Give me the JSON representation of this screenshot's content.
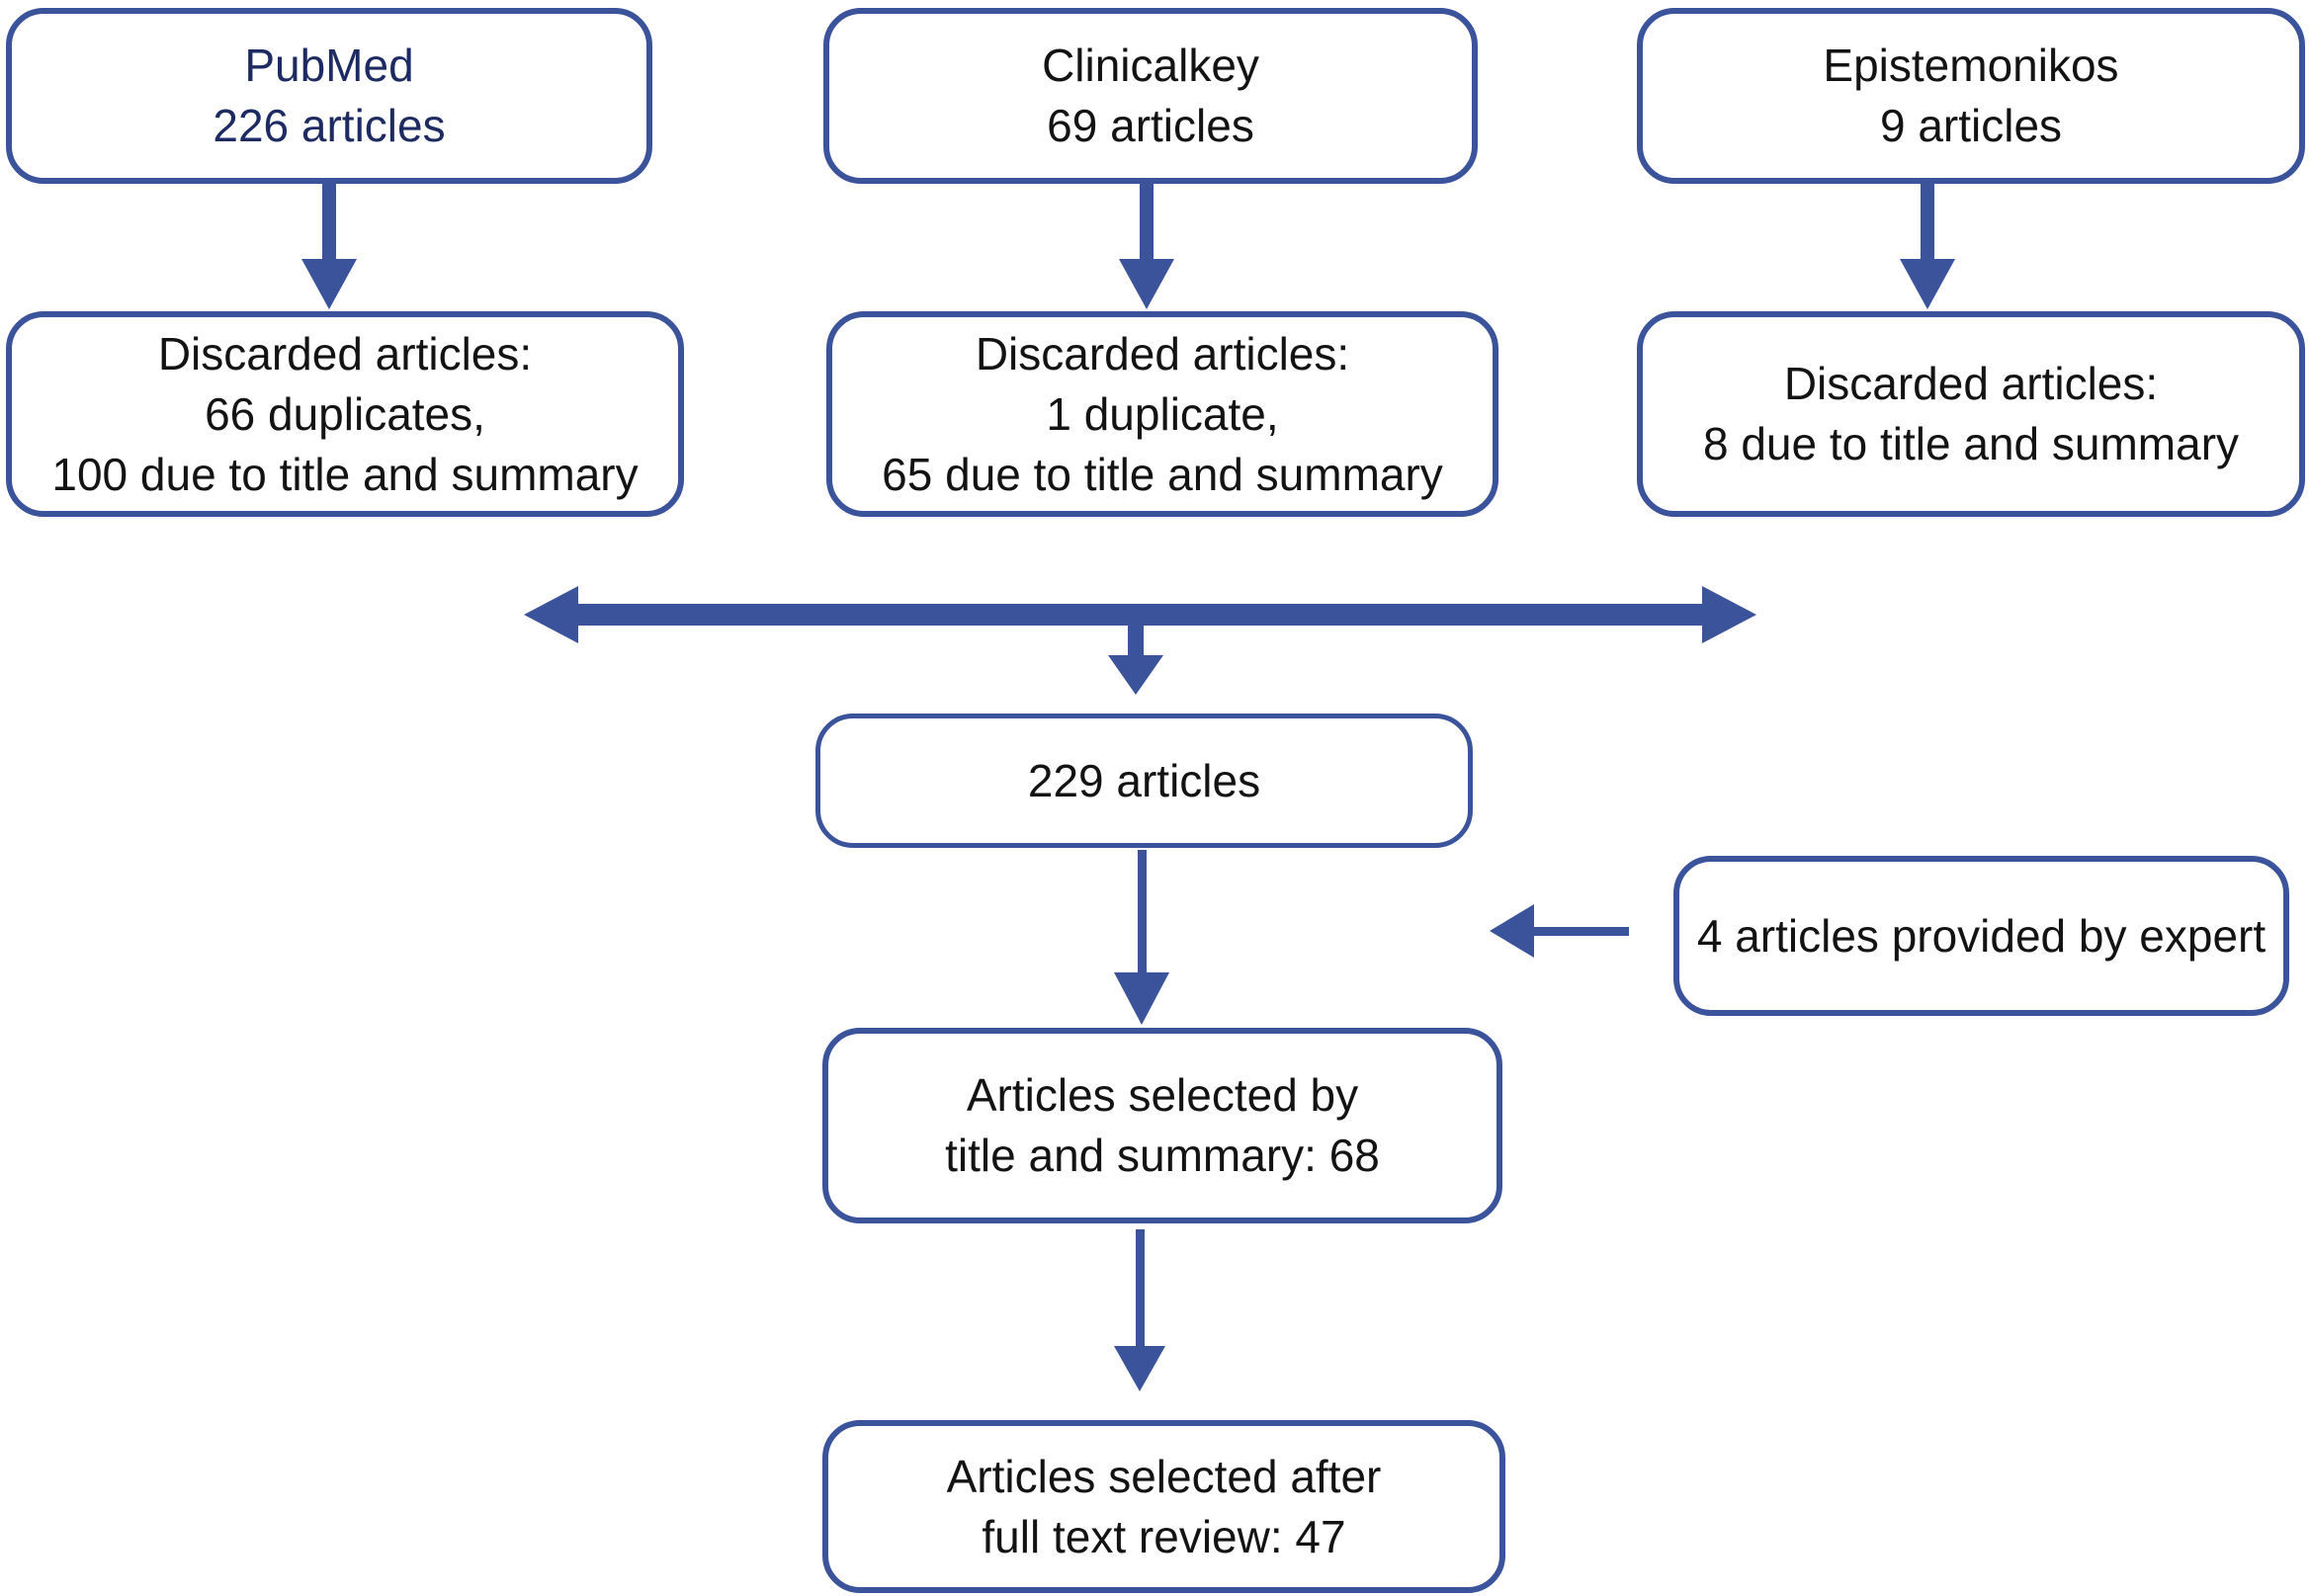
{
  "palette": {
    "line": "#3B539B",
    "text": "#131313",
    "pubmed_text": "#1D2B62",
    "background": "#FFFFFF"
  },
  "boxes": {
    "pubmed": {
      "line1": "PubMed",
      "line2": "226 articles"
    },
    "clinicalkey": {
      "line1": "Clinicalkey",
      "line2": "69 articles"
    },
    "epistemonikos": {
      "line1": "Epistemonikos",
      "line2": "9 articles"
    },
    "discarded_pubmed": {
      "line1": "Discarded articles:",
      "line2": "66 duplicates,",
      "line3": "100 due to title and summary"
    },
    "discarded_clinicalkey": {
      "line1": "Discarded articles:",
      "line2": "1 duplicate,",
      "line3": "65 due to title and summary"
    },
    "discarded_epistemonikos": {
      "line1": "Discarded articles:",
      "line2": "8 due to title and summary"
    },
    "pooled": {
      "line1": "229 articles"
    },
    "expert": {
      "line1": "4 articles provided by expert"
    },
    "selected_title_summary": {
      "line1": "Articles selected by",
      "line2": "title and summary: 68"
    },
    "selected_full_text": {
      "line1": "Articles selected after",
      "line2": "full text review: 47"
    }
  }
}
